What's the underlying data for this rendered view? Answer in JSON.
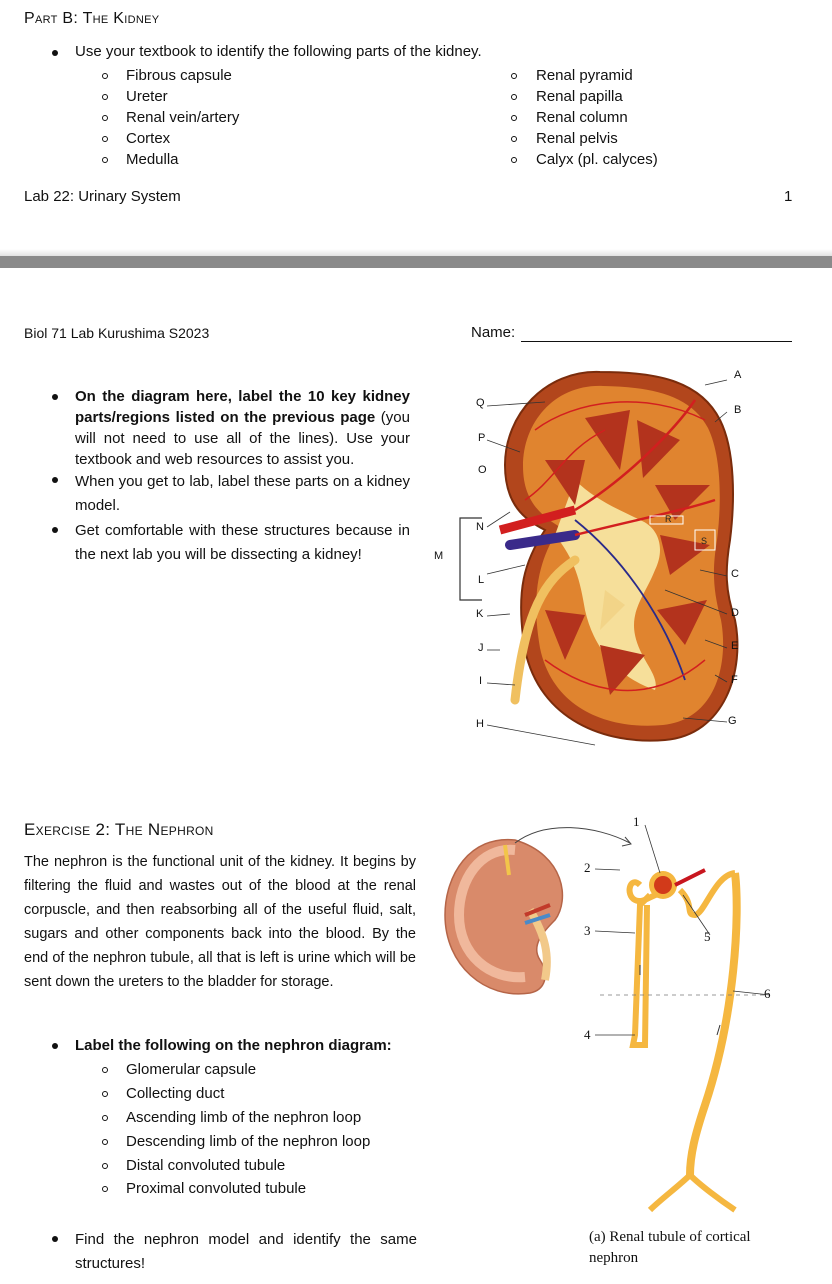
{
  "page1": {
    "heading": "Part B: The Kidney",
    "instruction": "Use your textbook to identify the following parts of the kidney.",
    "list_left": [
      "Fibrous capsule",
      "Ureter",
      "Renal vein/artery",
      "Cortex",
      "Medulla"
    ],
    "list_right": [
      "Renal pyramid",
      "Renal papilla",
      "Renal column",
      "Renal pelvis",
      "Calyx (pl. calyces)"
    ],
    "footer_left": "Lab 22: Urinary System",
    "footer_page": "1"
  },
  "page2": {
    "header_left": "Biol 71 Lab Kurushima S2023",
    "name_label": "Name:",
    "bullet1_bold": "On the diagram here, label the 10 key kidney parts/regions listed on the previous page",
    "bullet1_rest": " (you will not need to use all of the lines).  Use your textbook and web resources to assist you.",
    "bullet2": "When you get to lab, label these parts on a kidney model.",
    "bullet3": "Get comfortable with these structures because in the next lab you will be dissecting a kidney!",
    "kidney_labels_left": [
      "Q",
      "P",
      "O",
      "N",
      "L",
      "K",
      "J",
      "I",
      "H"
    ],
    "kidney_labels_right": [
      "A",
      "B",
      "C",
      "D",
      "E",
      "F",
      "G"
    ],
    "kidney_inner_labels": [
      "R",
      "S"
    ],
    "bracket_label": "M",
    "exercise_heading": "Exercise 2: The Nephron",
    "exercise_paragraph": "The nephron is the functional unit of the kidney. It begins by filtering the fluid and wastes out of the blood at the renal corpuscle, and then reabsorbing all of the useful fluid, salt, sugars and other components back into the blood. By the end of the nephron tubule, all that is left is urine which will be sent down the ureters to the bladder for storage.",
    "label_instruction": "Label the following on the nephron diagram:",
    "nephron_list": [
      "Glomerular capsule",
      "Collecting duct",
      "Ascending limb of the nephron loop",
      "Descending limb of the nephron loop",
      "Distal convoluted tubule",
      "Proximal convoluted tubule"
    ],
    "final_bullet": "Find the nephron model and identify the same structures!",
    "nephron_numbers": [
      "1",
      "2",
      "3",
      "4",
      "5",
      "6"
    ],
    "nephron_caption": "(a) Renal tubule of cortical nephron"
  }
}
